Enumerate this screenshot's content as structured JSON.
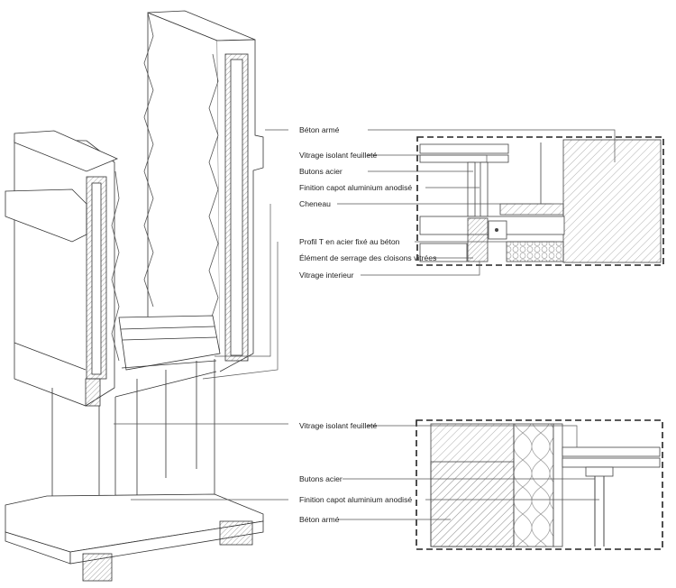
{
  "labels_top": {
    "beton_arme": "Béton armé",
    "vitrage_isolant": "Vitrage isolant feuilleté",
    "butons_acier": "Butons acier",
    "finition_capot": "Finition capot aluminium anodisé",
    "cheneau": "Cheneau",
    "profil_t": "Profil T en acier fixé au béton",
    "element_serrage": "Élément de serrage des cloisons vitrées",
    "vitrage_interieur": "Vitrage interieur"
  },
  "labels_bottom": {
    "vitrage_isolant": "Vitrage isolant feuilleté",
    "butons_acier": "Butons acier",
    "finition_capot": "Finition capot aluminium anodisé",
    "beton_arme": "Béton armé"
  },
  "colors": {
    "line": "#333333",
    "hatch": "#8a8a8a",
    "paper": "#ffffff"
  }
}
